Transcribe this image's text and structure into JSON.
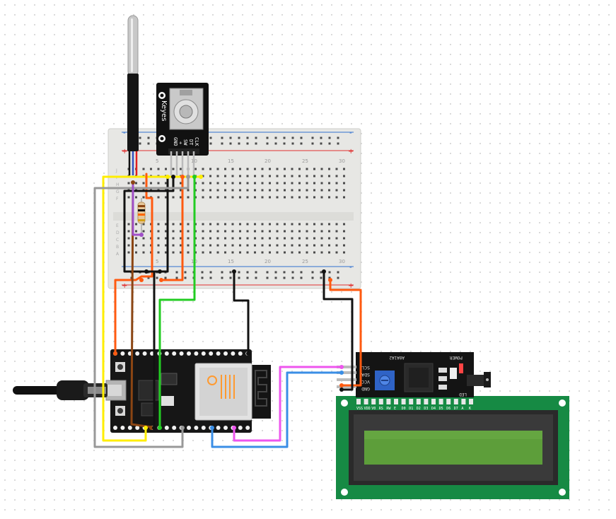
{
  "breadboard": {
    "rail_minus": "-",
    "rail_plus": "+",
    "column_numbers": [
      "5",
      "10",
      "15",
      "20",
      "25",
      "30"
    ],
    "row_letters_top": [
      "J",
      "I",
      "H",
      "G",
      "F"
    ],
    "row_letters_bottom": [
      "E",
      "D",
      "C",
      "B",
      "A"
    ]
  },
  "encoder": {
    "side_label": "Keyes",
    "pins": [
      "GND",
      "+",
      "SW",
      "DT",
      "CLK"
    ]
  },
  "i2c_adapter": {
    "pins": [
      "SCL",
      "SDA",
      "VCC",
      "GND"
    ],
    "address_label": "A0A1A2",
    "power_label": "POWER",
    "led_label": "LED"
  },
  "lcd": {
    "pins": [
      "VSS",
      "VDD",
      "V0",
      "RS",
      "RW",
      "E",
      "D0",
      "D1",
      "D2",
      "D3",
      "D4",
      "D5",
      "D6",
      "D7",
      "A",
      "K"
    ]
  },
  "wire_colors": {
    "yellow": "#ffee00",
    "orange": "#ff5a10",
    "black": "#111111",
    "green": "#22cc22",
    "gray": "#999999",
    "brown": "#8b4513",
    "blue": "#3a8ee6",
    "pink": "#ee55ee",
    "purple": "#a050c8"
  }
}
